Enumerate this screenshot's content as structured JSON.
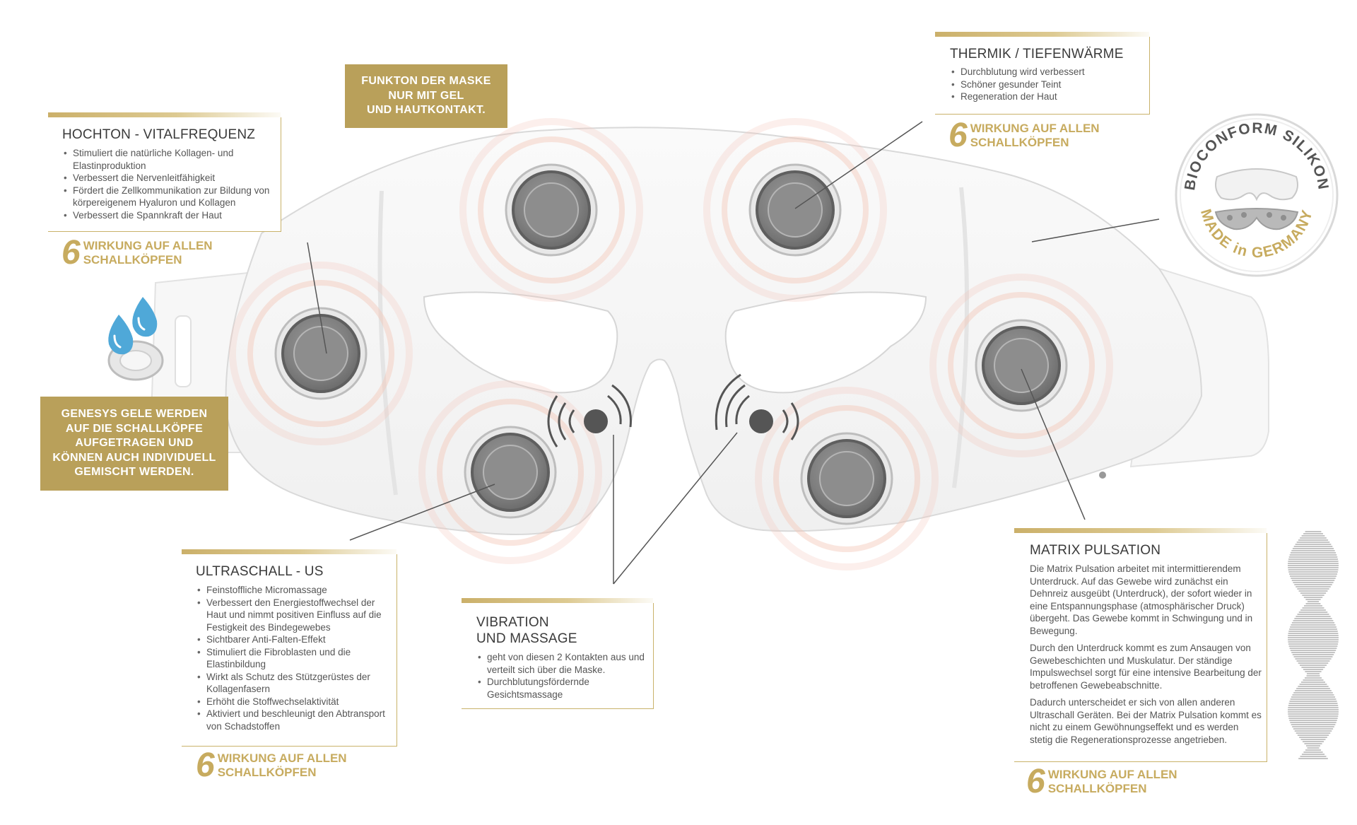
{
  "colors": {
    "gold": "#c7ab5f",
    "gold_box": "#b9a05a",
    "pad_grey": "#8a8a8a",
    "glow": "#f2c0b2"
  },
  "notes": {
    "mask_function": "FUNKTON DER MASKE\nNUR MIT GEL\nUND HAUTKONTAKT.",
    "gels": "GENESYS GELE WERDEN\nAUF DIE SCHALLKÖPFE\nAUFGETRAGEN UND\nKÖNNEN AUCH INDIVIDUELL\nGEMISCHT WERDEN."
  },
  "badge": {
    "number": "6",
    "text": "WIRKUNG AUF ALLEN\nSCHALLKÖPFEN"
  },
  "hochton": {
    "title": "HOCHTON - VITALFREQUENZ",
    "items": [
      "Stimuliert die natürliche Kollagen- und Elastinproduktion",
      "Verbessert die Nervenleitfähigkeit",
      "Fördert die Zellkommunikation zur Bildung von körpereigenem Hyaluron und Kollagen",
      "Verbessert die Spannkraft der Haut"
    ]
  },
  "thermik": {
    "title": "THERMIK / TIEFENWÄRME",
    "items": [
      "Durchblutung wird verbessert",
      "Schöner gesunder Teint",
      "Regeneration der Haut"
    ]
  },
  "ultraschall": {
    "title": "ULTRASCHALL - US",
    "items": [
      "Feinstoffliche Micromassage",
      "Verbessert den Energiestoffwechsel der Haut und nimmt positiven Einfluss auf die Festigkeit des Bindegewebes",
      "Sichtbarer Anti-Falten-Effekt",
      "Stimuliert die Fibroblasten und die Elastinbildung",
      "Wirkt als Schutz des Stützgerüstes der Kollagenfasern",
      "Erhöht die Stoffwechselaktivität",
      "Aktiviert und beschleunigt den Abtransport von Schadstoffen"
    ]
  },
  "vibration": {
    "title_line1": "VIBRATION",
    "title_line2": "UND MASSAGE",
    "items": [
      "geht von diesen 2 Kontakten aus und verteilt sich über die Maske.",
      "Durchblutungsfördernde Gesichtsmassage"
    ]
  },
  "matrix": {
    "title": "MATRIX PULSATION",
    "paragraphs": [
      "Die Matrix Pulsation arbeitet mit intermittierendem Unterdruck. Auf das Gewebe wird zunächst ein Dehnreiz ausgeübt (Unterdruck), der sofort wieder in eine Entspannungsphase (atmosphärischer Druck) übergeht. Das Gewebe kommt in Schwingung und in Bewegung.",
      "Durch den Unterdruck kommt es zum Ansaugen von Gewebeschichten und Muskulatur. Der ständige Impulswechsel sorgt für eine intensive Bearbeitung der betroffenen Gewebeabschnitte.",
      "Dadurch unterscheidet  er sich von allen anderen Ultraschall Geräten. Bei der Matrix Pulsation kommt es nicht zu einem Gewöhnungseffekt und es werden stetig die Regenerationsprozesse angetrieben."
    ]
  },
  "seal": {
    "arc_top": "BIOCONFORM SILIKON",
    "arc_bottom": "MADE in GERMANY"
  },
  "icons": [
    "gel-drops-icon",
    "vibration-contact-icon",
    "waveform-icon",
    "mask-product-icon"
  ]
}
